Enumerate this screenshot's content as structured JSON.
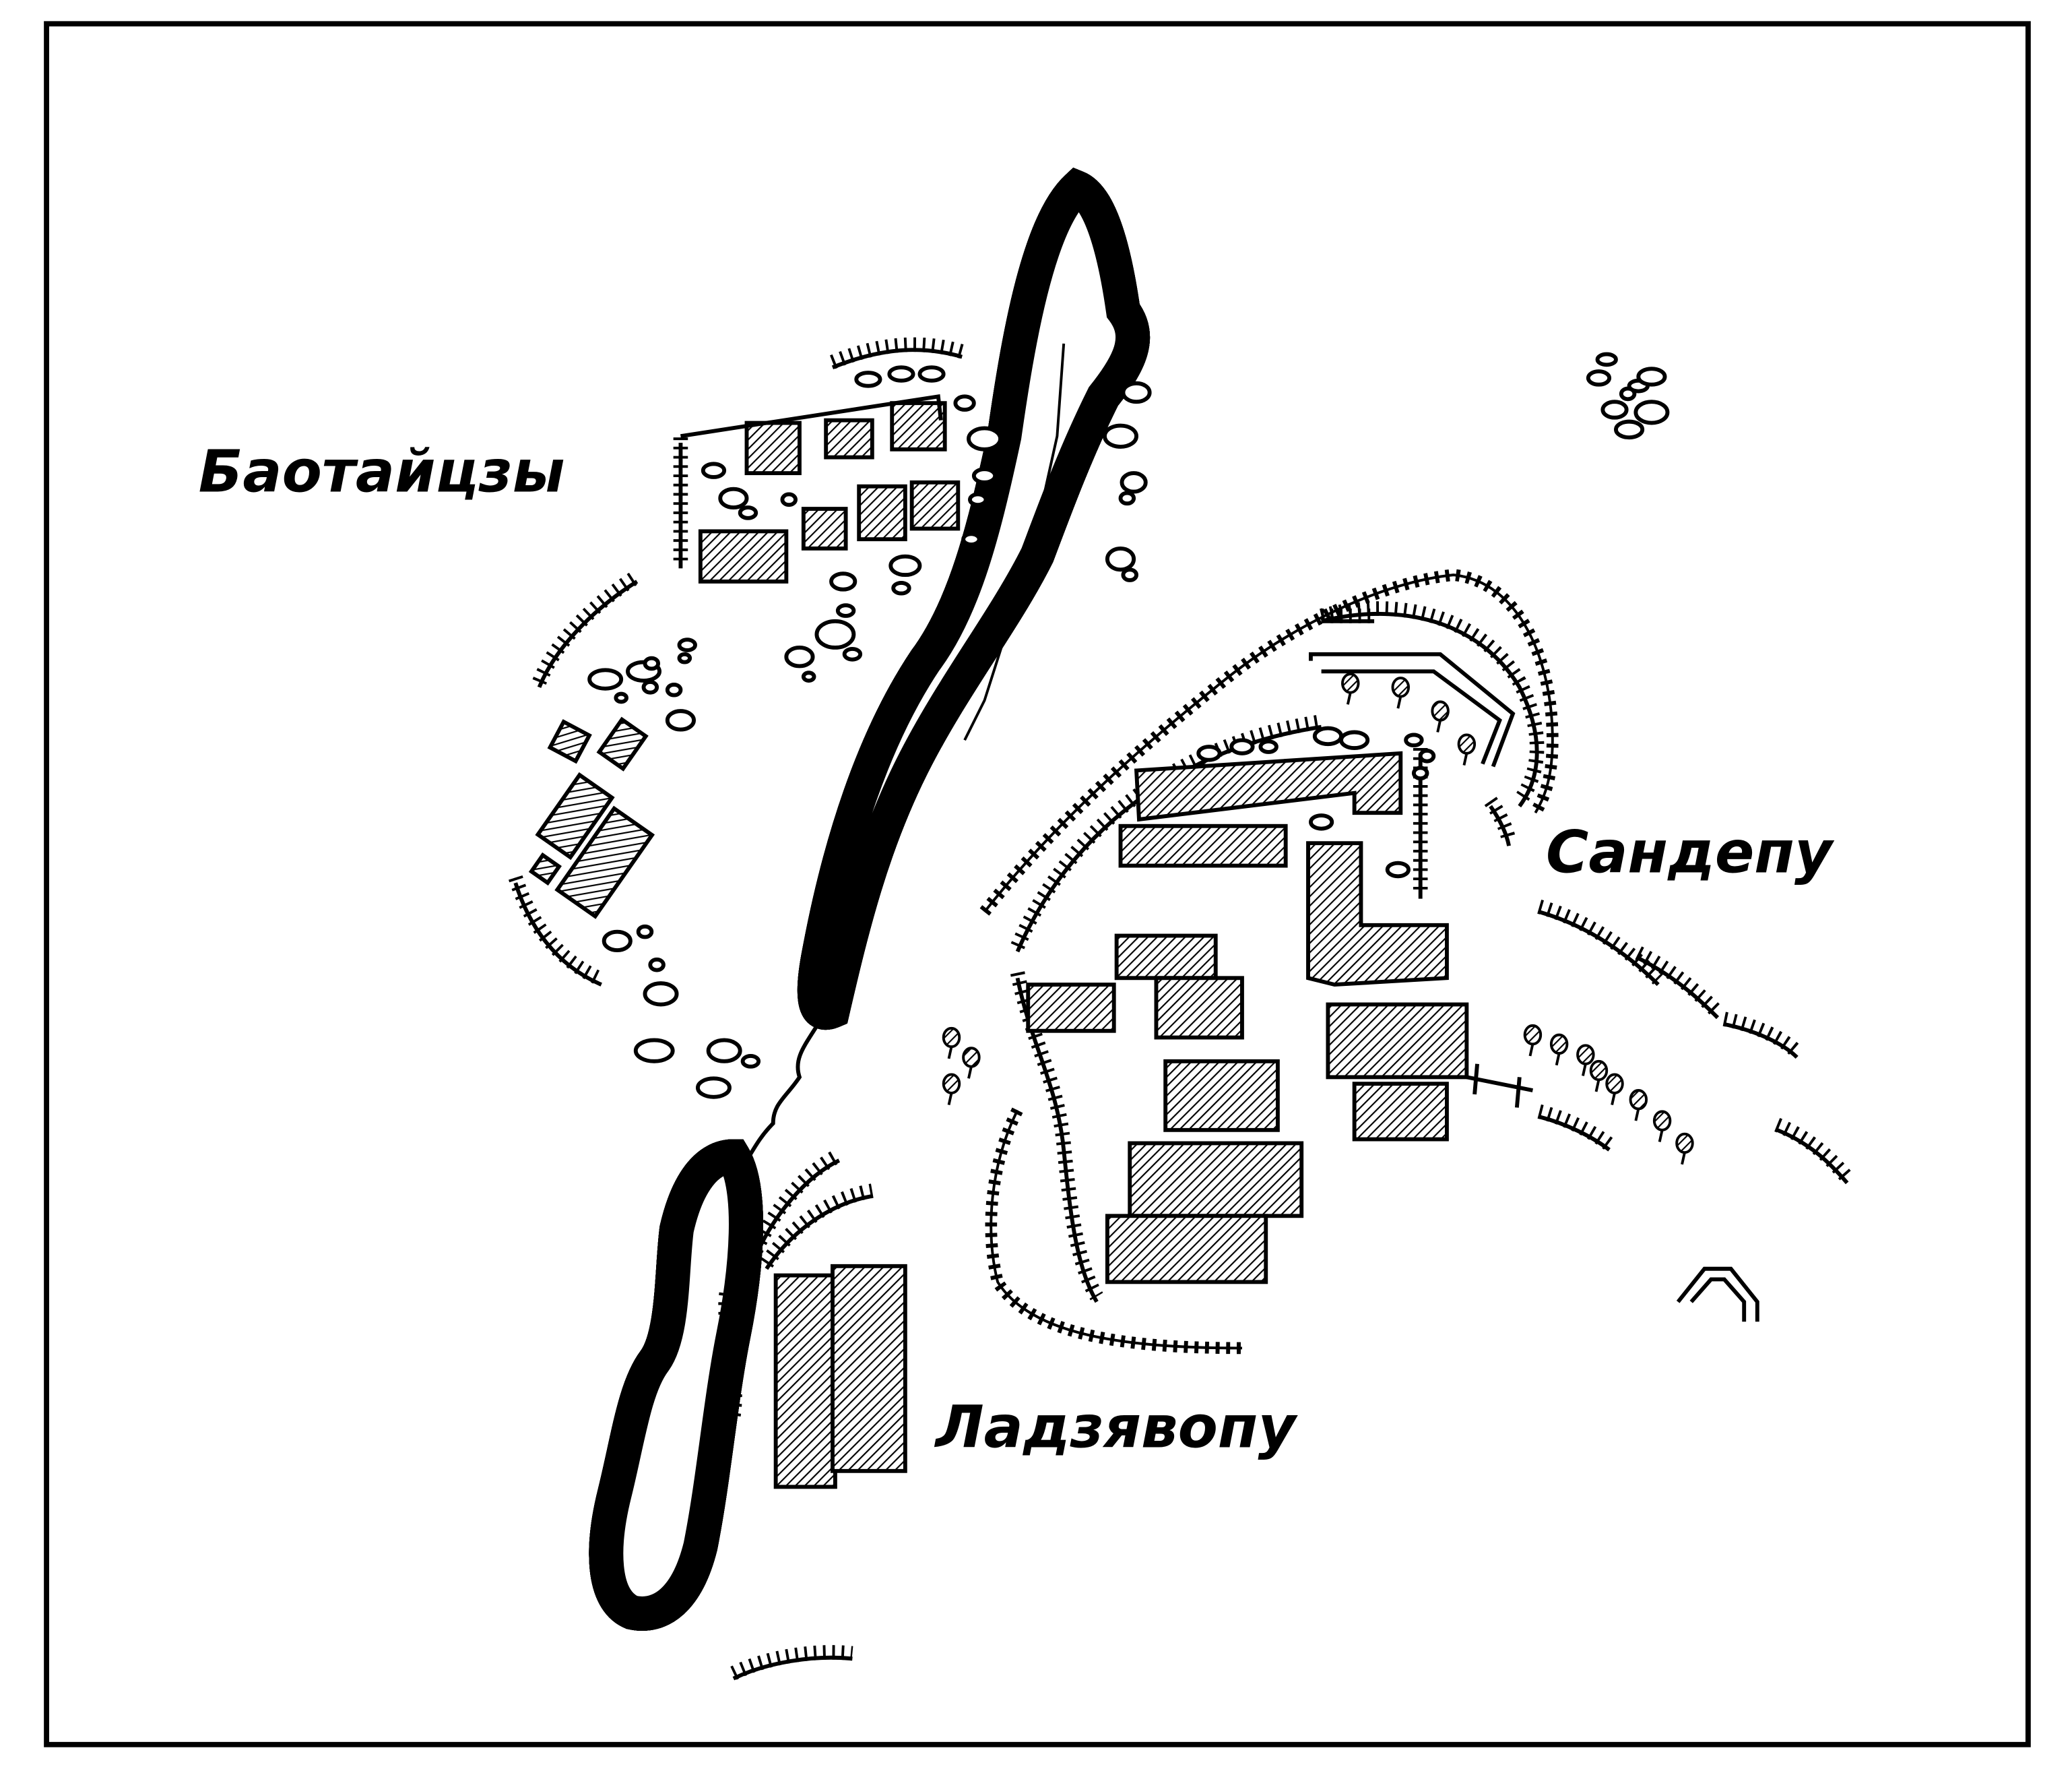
{
  "map": {
    "labels": {
      "baotaitszy": "Баотайцзы",
      "sandepu": "Сандепу",
      "ladzyavopu": "Ладзявопу"
    },
    "colors": {
      "ink": "#000000",
      "paper": "#ffffff"
    }
  }
}
